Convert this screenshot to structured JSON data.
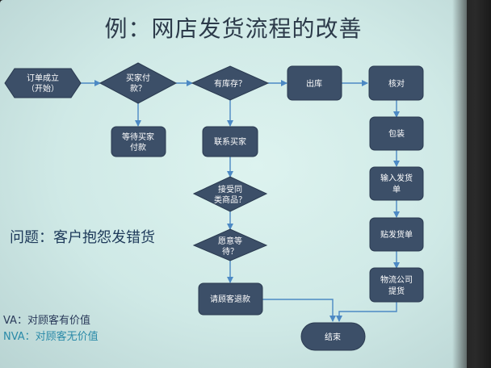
{
  "slide": {
    "title": "例：网店发货流程的改善",
    "issue": "问题：客户抱怨发错货",
    "legend": {
      "va": "VA：对顾客有价值",
      "nva": "NVA：对顾客无价值"
    }
  },
  "flow": {
    "start": [
      "订单成立",
      "（开始）"
    ],
    "paid_check": [
      "买家付",
      "款？"
    ],
    "wait_payment": [
      "等待买家",
      "付款"
    ],
    "stock_check": [
      "有库存？"
    ],
    "contact_buyer": [
      "联系买家"
    ],
    "accept_similar": [
      "接受同",
      "类商品？"
    ],
    "willing_wait": [
      "愿意等",
      "待？"
    ],
    "refund": [
      "请顾客退款"
    ],
    "outbound": [
      "出库"
    ],
    "verify": [
      "核对"
    ],
    "pack": [
      "包装"
    ],
    "enter_invoice": [
      "输入发货",
      "单"
    ],
    "attach_invoice": [
      "贴发货单"
    ],
    "logistics": [
      "物流公司",
      "提货"
    ],
    "end": [
      "结束"
    ]
  },
  "colors": {
    "node_fill": "#3c4f68",
    "node_stroke": "#2a3a50",
    "arrow": "#4c89c4",
    "legend_va": "#2a3a5a",
    "legend_nva": "#2a8aa8"
  }
}
